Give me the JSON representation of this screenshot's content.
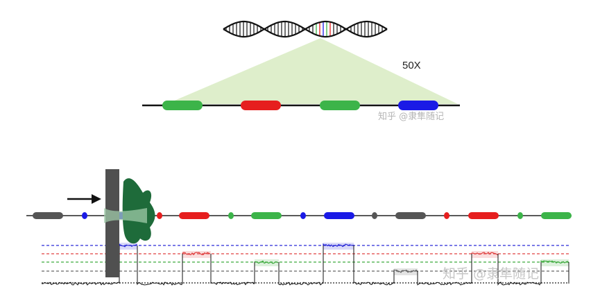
{
  "labels": {
    "coverage": "50X"
  },
  "watermarks": {
    "top": "知乎 @隶隼随记",
    "bottom": "知乎 @隶隼随记"
  },
  "colors": {
    "green": "#3cb449",
    "red": "#e61e1e",
    "blue": "#1a1ae6",
    "gray": "#555555",
    "black": "#111111",
    "zoom_fill": "#dcedc8",
    "enzyme": "#1e6b3a",
    "pore": "#505050",
    "line_blue": "#2a2ad8",
    "line_red": "#e04040",
    "line_green": "#3caa3c",
    "line_gray": "#666666"
  },
  "zoom_segments": [
    "green",
    "red",
    "green",
    "blue"
  ],
  "strand_segments": [
    "gray",
    "blue",
    "blue",
    "red",
    "red",
    "green",
    "green",
    "blue",
    "blue",
    "gray",
    "gray",
    "red",
    "red",
    "green",
    "green"
  ],
  "signal_levels": [
    "blue",
    "red",
    "green",
    "gray",
    "baseline"
  ],
  "signal_events": [
    "blue",
    "red",
    "green",
    "blue",
    "gray",
    "red",
    "green"
  ]
}
